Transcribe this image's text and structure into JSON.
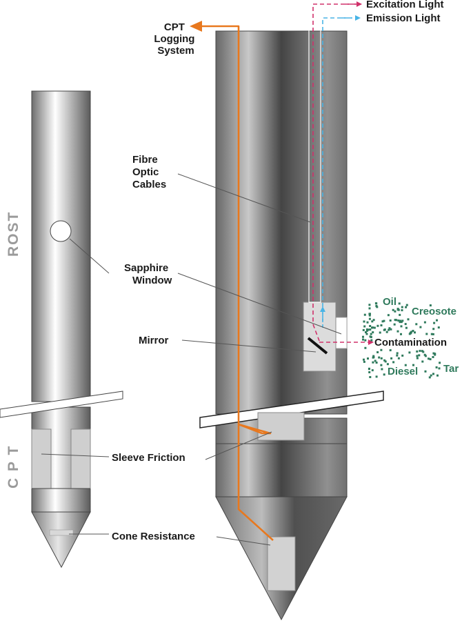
{
  "side_labels": {
    "rost": "ROST",
    "cpt": "C P T"
  },
  "labels": {
    "cpt_logging": [
      "CPT",
      "Logging",
      "System"
    ],
    "excitation_light": "Excitation Light",
    "emission_light": "Emission Light",
    "fibre_optic": [
      "Fibre",
      "Optic",
      "Cables"
    ],
    "sapphire_window": [
      "Sapphire",
      "Window"
    ],
    "mirror": "Mirror",
    "contamination": "Contamination",
    "oil": "Oil",
    "creosote": "Creosote",
    "diesel": "Diesel",
    "tar": "Tar",
    "sleeve_friction": "Sleeve Friction",
    "cone_resistance": "Cone Resistance"
  },
  "colors": {
    "logging_cable": "#e8781e",
    "excitation_light": "#d0306a",
    "emission_light": "#48b4e6",
    "contamination": "#2f7a5c"
  }
}
